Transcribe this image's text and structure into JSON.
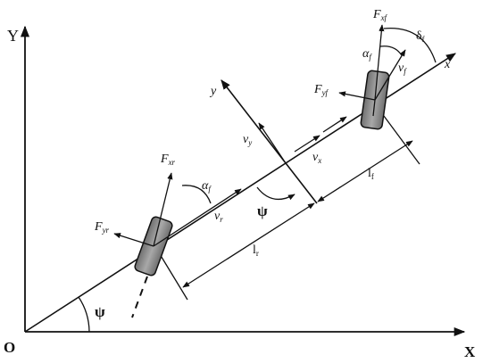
{
  "axes": {
    "y_label": "Y",
    "x_label": "X",
    "origin_label": "O"
  },
  "angles": {
    "psi_origin": "ψ",
    "psi_body": "ψ",
    "alpha_rear": "α",
    "alpha_rear_sub": "f",
    "alpha_front": "α",
    "alpha_front_sub": "f",
    "delta_front": "δ",
    "delta_front_sub": "f"
  },
  "body_axes": {
    "x_label": "x",
    "y_label": "y"
  },
  "forces": {
    "fxr": "F",
    "fxr_sub": "xr",
    "fyr": "F",
    "fyr_sub": "yr",
    "fxf": "F",
    "fxf_sub": "xf",
    "fyf": "F",
    "fyf_sub": "yf"
  },
  "velocities": {
    "vr": "v",
    "vr_sub": "r",
    "vx": "v",
    "vx_sub": "x",
    "vy": "v",
    "vy_sub": "y",
    "vf": "v",
    "vf_sub": "f"
  },
  "lengths": {
    "lr": "l",
    "lr_sub": "r",
    "lf": "l",
    "lf_sub": "f"
  },
  "colors": {
    "tire_fill": "#8a8a8a",
    "line": "#111111"
  }
}
